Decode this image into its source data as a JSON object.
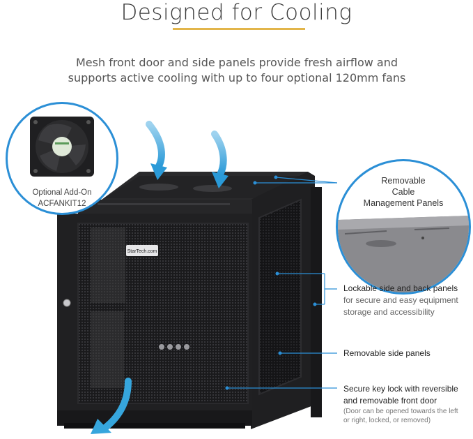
{
  "header": {
    "title": "Designed for Cooling",
    "subtitle_line1": "Mesh front door and side panels provide fresh airflow and",
    "subtitle_line2": "supports active cooling with up to four optional 120mm fans"
  },
  "fan_addon": {
    "label_line1": "Optional Add-On",
    "label_line2": "ACFANKIT12"
  },
  "cable_panels": {
    "line1": "Removable",
    "line2": "Cable",
    "line3": "Management Panels"
  },
  "brand_badge": "StarTech.com",
  "callouts": {
    "lockable": {
      "title": "Lockable side and back panels",
      "sub1": "for secure and easy equipment",
      "sub2": "storage and accessibility"
    },
    "side_panels": {
      "title": "Removable side panels"
    },
    "key_lock": {
      "title1": "Secure key lock with reversible",
      "title2": "and removable front door",
      "note1": "(Door can be opened towards the left",
      "note2": "or right, locked, or removed)"
    }
  },
  "colors": {
    "accent_blue": "#2b8fd6",
    "arrow_blue": "#36a6dd",
    "title_rule": "#e2b54a",
    "cabinet": "#1c1c1e"
  }
}
